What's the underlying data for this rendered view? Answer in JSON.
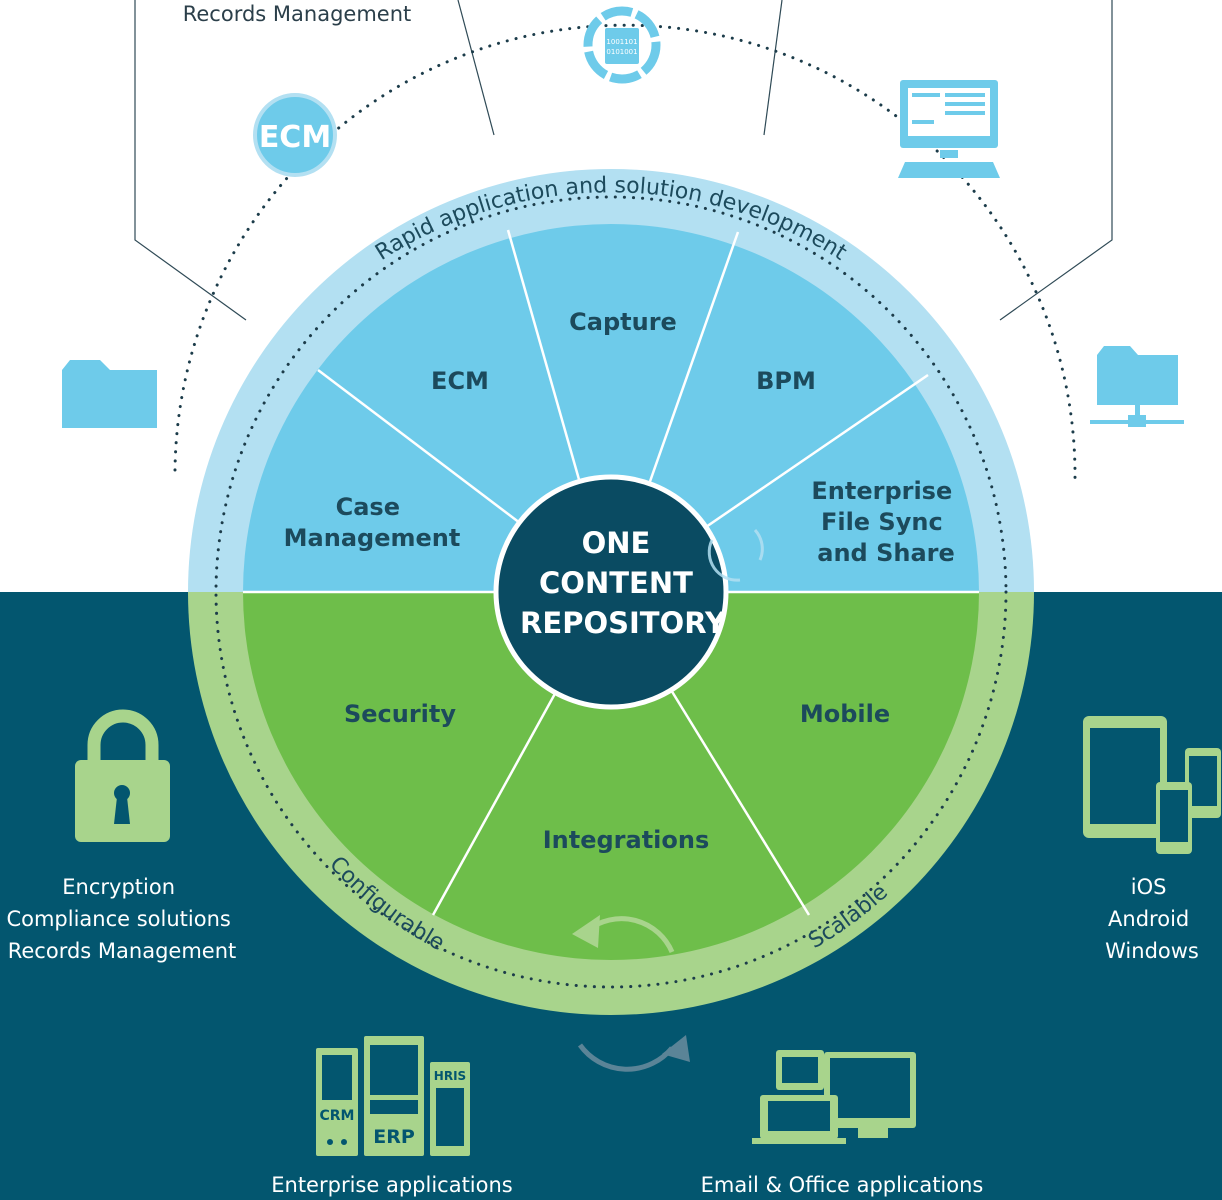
{
  "top_caption": "Records Management",
  "ring": {
    "top_label": "Rapid application and solution development",
    "left_label": "Configurable",
    "right_label": "Scalable"
  },
  "center": {
    "line1": "ONE",
    "line2": "CONTENT",
    "line3": "REPOSITORY"
  },
  "segments": {
    "case_management": {
      "line1": "Case",
      "line2": "Management"
    },
    "ecm": "ECM",
    "capture": "Capture",
    "bpm": "BPM",
    "efss": {
      "line1": "Enterprise",
      "line2": "File Sync",
      "line3": "and Share"
    },
    "security": "Security",
    "integrations": "Integrations",
    "mobile": "Mobile"
  },
  "icons": {
    "ecm_badge": "ECM",
    "binary_line1": "1001101",
    "binary_line2": "0101001",
    "crm": "CRM",
    "erp": "ERP",
    "hris": "HRIS"
  },
  "left_caption": {
    "line1": "Encryption",
    "line2": "Compliance solutions",
    "line3": "Records Management"
  },
  "right_caption": {
    "line1": "iOS",
    "line2": "Android",
    "line3": "Windows"
  },
  "bottom_left_caption": "Enterprise applications",
  "bottom_right_caption": "Email & Office applications",
  "colors": {
    "dark_teal": "#03566f",
    "light_blue": "#6ecbea",
    "pale_blue": "#b3e0f2",
    "green": "#6ebe4a",
    "pale_green": "#a8d48c",
    "center": "#0a4b62"
  }
}
